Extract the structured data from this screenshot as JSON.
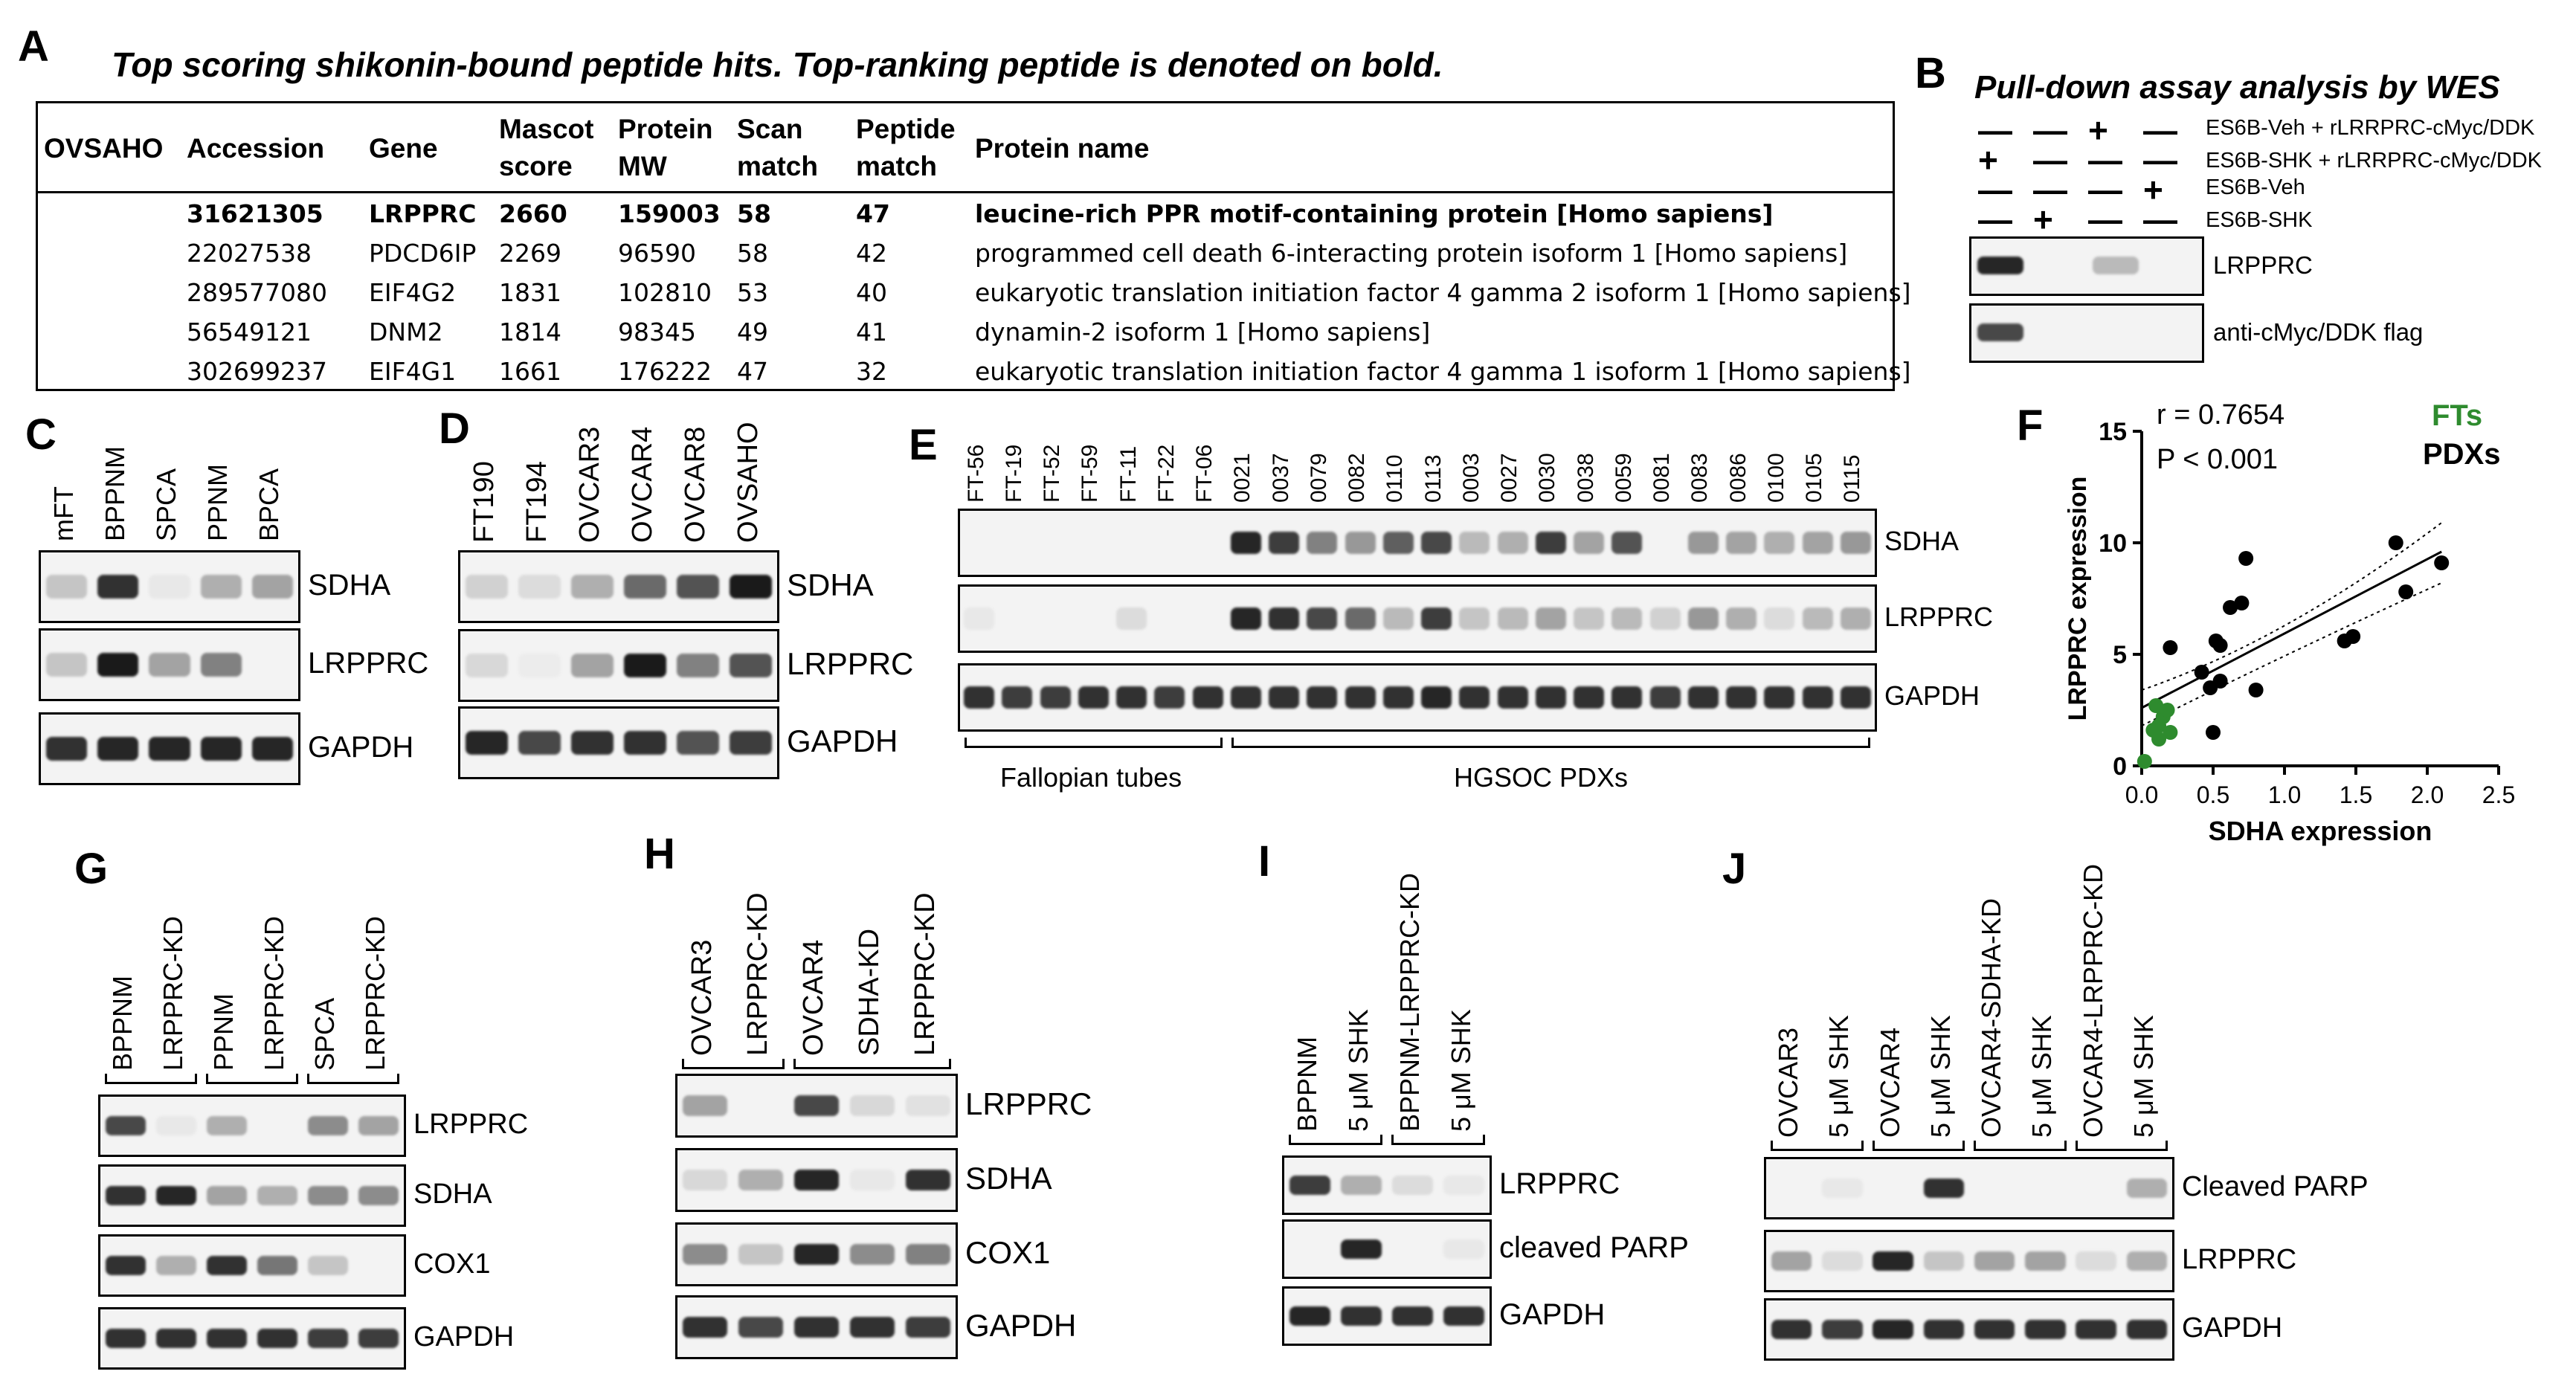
{
  "panel_a": {
    "label": "A",
    "title": "Top scoring shikonin-bound peptide hits. Top-ranking peptide is denoted on bold.",
    "headers": [
      "OVSAHO",
      "Accession",
      "Gene",
      "Mascot score",
      "Protein MW",
      "Scan match",
      "Peptide match",
      "Protein name"
    ],
    "header_mascot_1": "Mascot",
    "header_mascot_2": "score",
    "header_mw_1": "Protein",
    "header_mw_2": "MW",
    "header_scan_1": "Scan",
    "header_scan_2": "match",
    "header_pep_1": "Peptide",
    "header_pep_2": "match",
    "rows": [
      {
        "accession": "31621305",
        "gene": "LRPPRC",
        "mascot": "2660",
        "mw": "159003",
        "scan": "58",
        "peptide": "47",
        "name": "leucine-rich PPR motif-containing protein [Homo sapiens]"
      },
      {
        "accession": "22027538",
        "gene": "PDCD6IP",
        "mascot": "2269",
        "mw": "96590",
        "scan": "58",
        "peptide": "42",
        "name": "programmed cell death 6-interacting protein isoform 1 [Homo sapiens]"
      },
      {
        "accession": "289577080",
        "gene": "EIF4G2",
        "mascot": "1831",
        "mw": "102810",
        "scan": "53",
        "peptide": "40",
        "name": "eukaryotic translation initiation factor 4 gamma 2 isoform 1 [Homo sapiens]"
      },
      {
        "accession": "56549121",
        "gene": "DNM2",
        "mascot": "1814",
        "mw": "98345",
        "scan": "49",
        "peptide": "41",
        "name": "dynamin-2 isoform 1 [Homo sapiens]"
      },
      {
        "accession": "302699237",
        "gene": "EIF4G1",
        "mascot": "1661",
        "mw": "176222",
        "scan": "47",
        "peptide": "32",
        "name": "eukaryotic translation initiation factor 4 gamma 1 isoform 1 [Homo sapiens]"
      }
    ]
  },
  "panel_b": {
    "label": "B",
    "title": "Pull-down assay analysis by WES",
    "conditions": [
      "ES6B-Veh + rLRRPRC-cMyc/DDK",
      "ES6B-SHK + rLRRPRC-cMyc/DDK",
      "ES6B-Veh",
      "ES6B-SHK"
    ],
    "signs": [
      [
        "—",
        "—",
        "+",
        "—"
      ],
      [
        "+",
        "—",
        "—",
        "—"
      ],
      [
        "—",
        "—",
        "—",
        "+"
      ],
      [
        "—",
        "+",
        "—",
        "—"
      ]
    ],
    "band1": "LRPPRC",
    "band2": "anti-cMyc/DDK flag",
    "lrpprc_levels": [
      0.9,
      0.0,
      0.25,
      0.0
    ],
    "flag_levels": [
      0.75,
      0.0,
      0.0,
      0.0
    ]
  },
  "panel_c": {
    "label": "C",
    "lanes": [
      "mFT",
      "BPPNM",
      "SPCA",
      "PPNM",
      "BPCA"
    ],
    "bands": [
      {
        "name": "SDHA",
        "levels": [
          0.2,
          0.85,
          0.05,
          0.3,
          0.35
        ]
      },
      {
        "name": "LRPPRC",
        "levels": [
          0.2,
          0.95,
          0.35,
          0.5,
          0.0
        ]
      },
      {
        "name": "GAPDH",
        "levels": [
          0.85,
          0.9,
          0.9,
          0.9,
          0.9
        ]
      }
    ]
  },
  "panel_d": {
    "label": "D",
    "lanes": [
      "FT190",
      "FT194",
      "OVCAR3",
      "OVCAR4",
      "OVCAR8",
      "OVSAHO"
    ],
    "bands": [
      {
        "name": "SDHA",
        "levels": [
          0.15,
          0.1,
          0.3,
          0.6,
          0.7,
          0.95
        ]
      },
      {
        "name": "LRPPRC",
        "levels": [
          0.12,
          0.03,
          0.35,
          0.95,
          0.5,
          0.7
        ]
      },
      {
        "name": "GAPDH",
        "levels": [
          0.9,
          0.75,
          0.85,
          0.85,
          0.7,
          0.8
        ]
      }
    ]
  },
  "panel_e": {
    "label": "E",
    "lanes": [
      "FT-56",
      "FT-19",
      "FT-52",
      "FT-59",
      "FT-11",
      "FT-22",
      "FT-06",
      "0021",
      "0037",
      "0079",
      "0082",
      "0110",
      "0113",
      "0003",
      "0027",
      "0030",
      "0038",
      "0059",
      "0081",
      "0083",
      "0086",
      "0100",
      "0105",
      "0115"
    ],
    "bands": [
      {
        "name": "SDHA",
        "levels": [
          0,
          0,
          0,
          0,
          0,
          0,
          0,
          0.9,
          0.8,
          0.5,
          0.4,
          0.65,
          0.75,
          0.25,
          0.3,
          0.8,
          0.35,
          0.7,
          0,
          0.4,
          0.35,
          0.3,
          0.35,
          0.4
        ]
      },
      {
        "name": "LRPPRC",
        "levels": [
          0.05,
          0,
          0,
          0,
          0.1,
          0,
          0,
          0.9,
          0.85,
          0.75,
          0.6,
          0.25,
          0.8,
          0.2,
          0.25,
          0.35,
          0.2,
          0.25,
          0.15,
          0.4,
          0.3,
          0.1,
          0.25,
          0.3
        ]
      },
      {
        "name": "GAPDH",
        "levels": [
          0.85,
          0.8,
          0.8,
          0.85,
          0.85,
          0.8,
          0.85,
          0.85,
          0.85,
          0.85,
          0.85,
          0.85,
          0.9,
          0.85,
          0.85,
          0.85,
          0.85,
          0.85,
          0.8,
          0.85,
          0.85,
          0.85,
          0.85,
          0.85
        ]
      }
    ],
    "group1": "Fallopian tubes",
    "group2": "HGSOC PDXs"
  },
  "panel_f": {
    "label": "F",
    "stat_r": "r = 0.7654",
    "stat_p": "P < 0.001",
    "legend_fts": "FTs",
    "legend_pdxs": "PDXs",
    "fts_color": "#2e8b2e",
    "pdx_color": "#000000",
    "chart_data": {
      "type": "scatter",
      "xlabel": "SDHA expression",
      "ylabel": "LRPPRC expression",
      "xlim": [
        0,
        2.5
      ],
      "ylim": [
        0,
        15
      ],
      "xticks": [
        "0.0",
        "0.5",
        "1.0",
        "1.5",
        "2.0",
        "2.5"
      ],
      "yticks": [
        "0",
        "5",
        "10",
        "15"
      ],
      "series": [
        {
          "name": "FTs",
          "points": [
            [
              0.02,
              0.2
            ],
            [
              0.1,
              2.7
            ],
            [
              0.12,
              1.8
            ],
            [
              0.15,
              2.2
            ],
            [
              0.12,
              1.2
            ],
            [
              0.2,
              1.5
            ],
            [
              0.08,
              1.6
            ],
            [
              0.18,
              2.5
            ]
          ]
        },
        {
          "name": "PDXs",
          "points": [
            [
              0.2,
              5.3
            ],
            [
              0.42,
              4.2
            ],
            [
              0.48,
              3.5
            ],
            [
              0.52,
              5.6
            ],
            [
              0.55,
              5.4
            ],
            [
              0.55,
              3.8
            ],
            [
              0.5,
              1.5
            ],
            [
              0.62,
              7.1
            ],
            [
              0.7,
              7.3
            ],
            [
              0.73,
              9.3
            ],
            [
              0.8,
              3.4
            ],
            [
              1.42,
              5.6
            ],
            [
              1.48,
              5.8
            ],
            [
              1.78,
              10.0
            ],
            [
              1.85,
              7.8
            ],
            [
              2.1,
              9.1
            ]
          ]
        }
      ],
      "fit": {
        "x": [
          0.0,
          2.1
        ],
        "y": [
          2.6,
          9.6
        ]
      }
    }
  },
  "panel_g": {
    "label": "G",
    "lanes": [
      "BPPNM",
      "LRPPRC-KD",
      "PPNM",
      "LRPPRC-KD",
      "SPCA",
      "LRPPRC-KD"
    ],
    "bands": [
      {
        "name": "LRPPRC",
        "levels": [
          0.75,
          0.05,
          0.3,
          0.0,
          0.45,
          0.35
        ]
      },
      {
        "name": "SDHA",
        "levels": [
          0.85,
          0.9,
          0.35,
          0.3,
          0.45,
          0.45
        ]
      },
      {
        "name": "COX1",
        "levels": [
          0.85,
          0.3,
          0.85,
          0.55,
          0.2,
          0.0
        ]
      },
      {
        "name": "GAPDH",
        "levels": [
          0.85,
          0.85,
          0.85,
          0.85,
          0.8,
          0.8
        ]
      }
    ]
  },
  "panel_h": {
    "label": "H",
    "lanes": [
      "OVCAR3",
      "LRPPRC-KD",
      "OVCAR4",
      "SDHA-KD",
      "LRPPRC-KD"
    ],
    "bands": [
      {
        "name": "LRPPRC",
        "levels": [
          0.35,
          0.0,
          0.75,
          0.12,
          0.08
        ]
      },
      {
        "name": "SDHA",
        "levels": [
          0.12,
          0.3,
          0.9,
          0.05,
          0.85
        ]
      },
      {
        "name": "COX1",
        "levels": [
          0.45,
          0.2,
          0.9,
          0.45,
          0.5
        ]
      },
      {
        "name": "GAPDH",
        "levels": [
          0.85,
          0.75,
          0.85,
          0.85,
          0.8
        ]
      }
    ]
  },
  "panel_i": {
    "label": "I",
    "lanes": [
      "BPPNM",
      "5 μM SHK",
      "BPPNM-LRPPRC-KD",
      "5 μM SHK"
    ],
    "bands": [
      {
        "name": "LRPPRC",
        "levels": [
          0.8,
          0.3,
          0.1,
          0.05
        ]
      },
      {
        "name": "cleaved PARP",
        "levels": [
          0.0,
          0.9,
          0.0,
          0.05
        ]
      },
      {
        "name": "GAPDH",
        "levels": [
          0.9,
          0.85,
          0.85,
          0.85
        ]
      }
    ]
  },
  "panel_j": {
    "label": "J",
    "lanes": [
      "OVCAR3",
      "5 μM SHK",
      "OVCAR4",
      "5 μM SHK",
      "OVCAR4-SDHA-KD",
      "5 μM SHK",
      "OVCAR4-LRPPRC-KD",
      "5 μM SHK"
    ],
    "bands": [
      {
        "name": "Cleaved PARP",
        "levels": [
          0.0,
          0.05,
          0.0,
          0.85,
          0.0,
          0.0,
          0.0,
          0.3
        ]
      },
      {
        "name": "LRPPRC",
        "levels": [
          0.35,
          0.1,
          0.9,
          0.2,
          0.35,
          0.35,
          0.1,
          0.3
        ]
      },
      {
        "name": "GAPDH",
        "levels": [
          0.85,
          0.8,
          0.9,
          0.85,
          0.85,
          0.85,
          0.85,
          0.85
        ]
      }
    ]
  }
}
